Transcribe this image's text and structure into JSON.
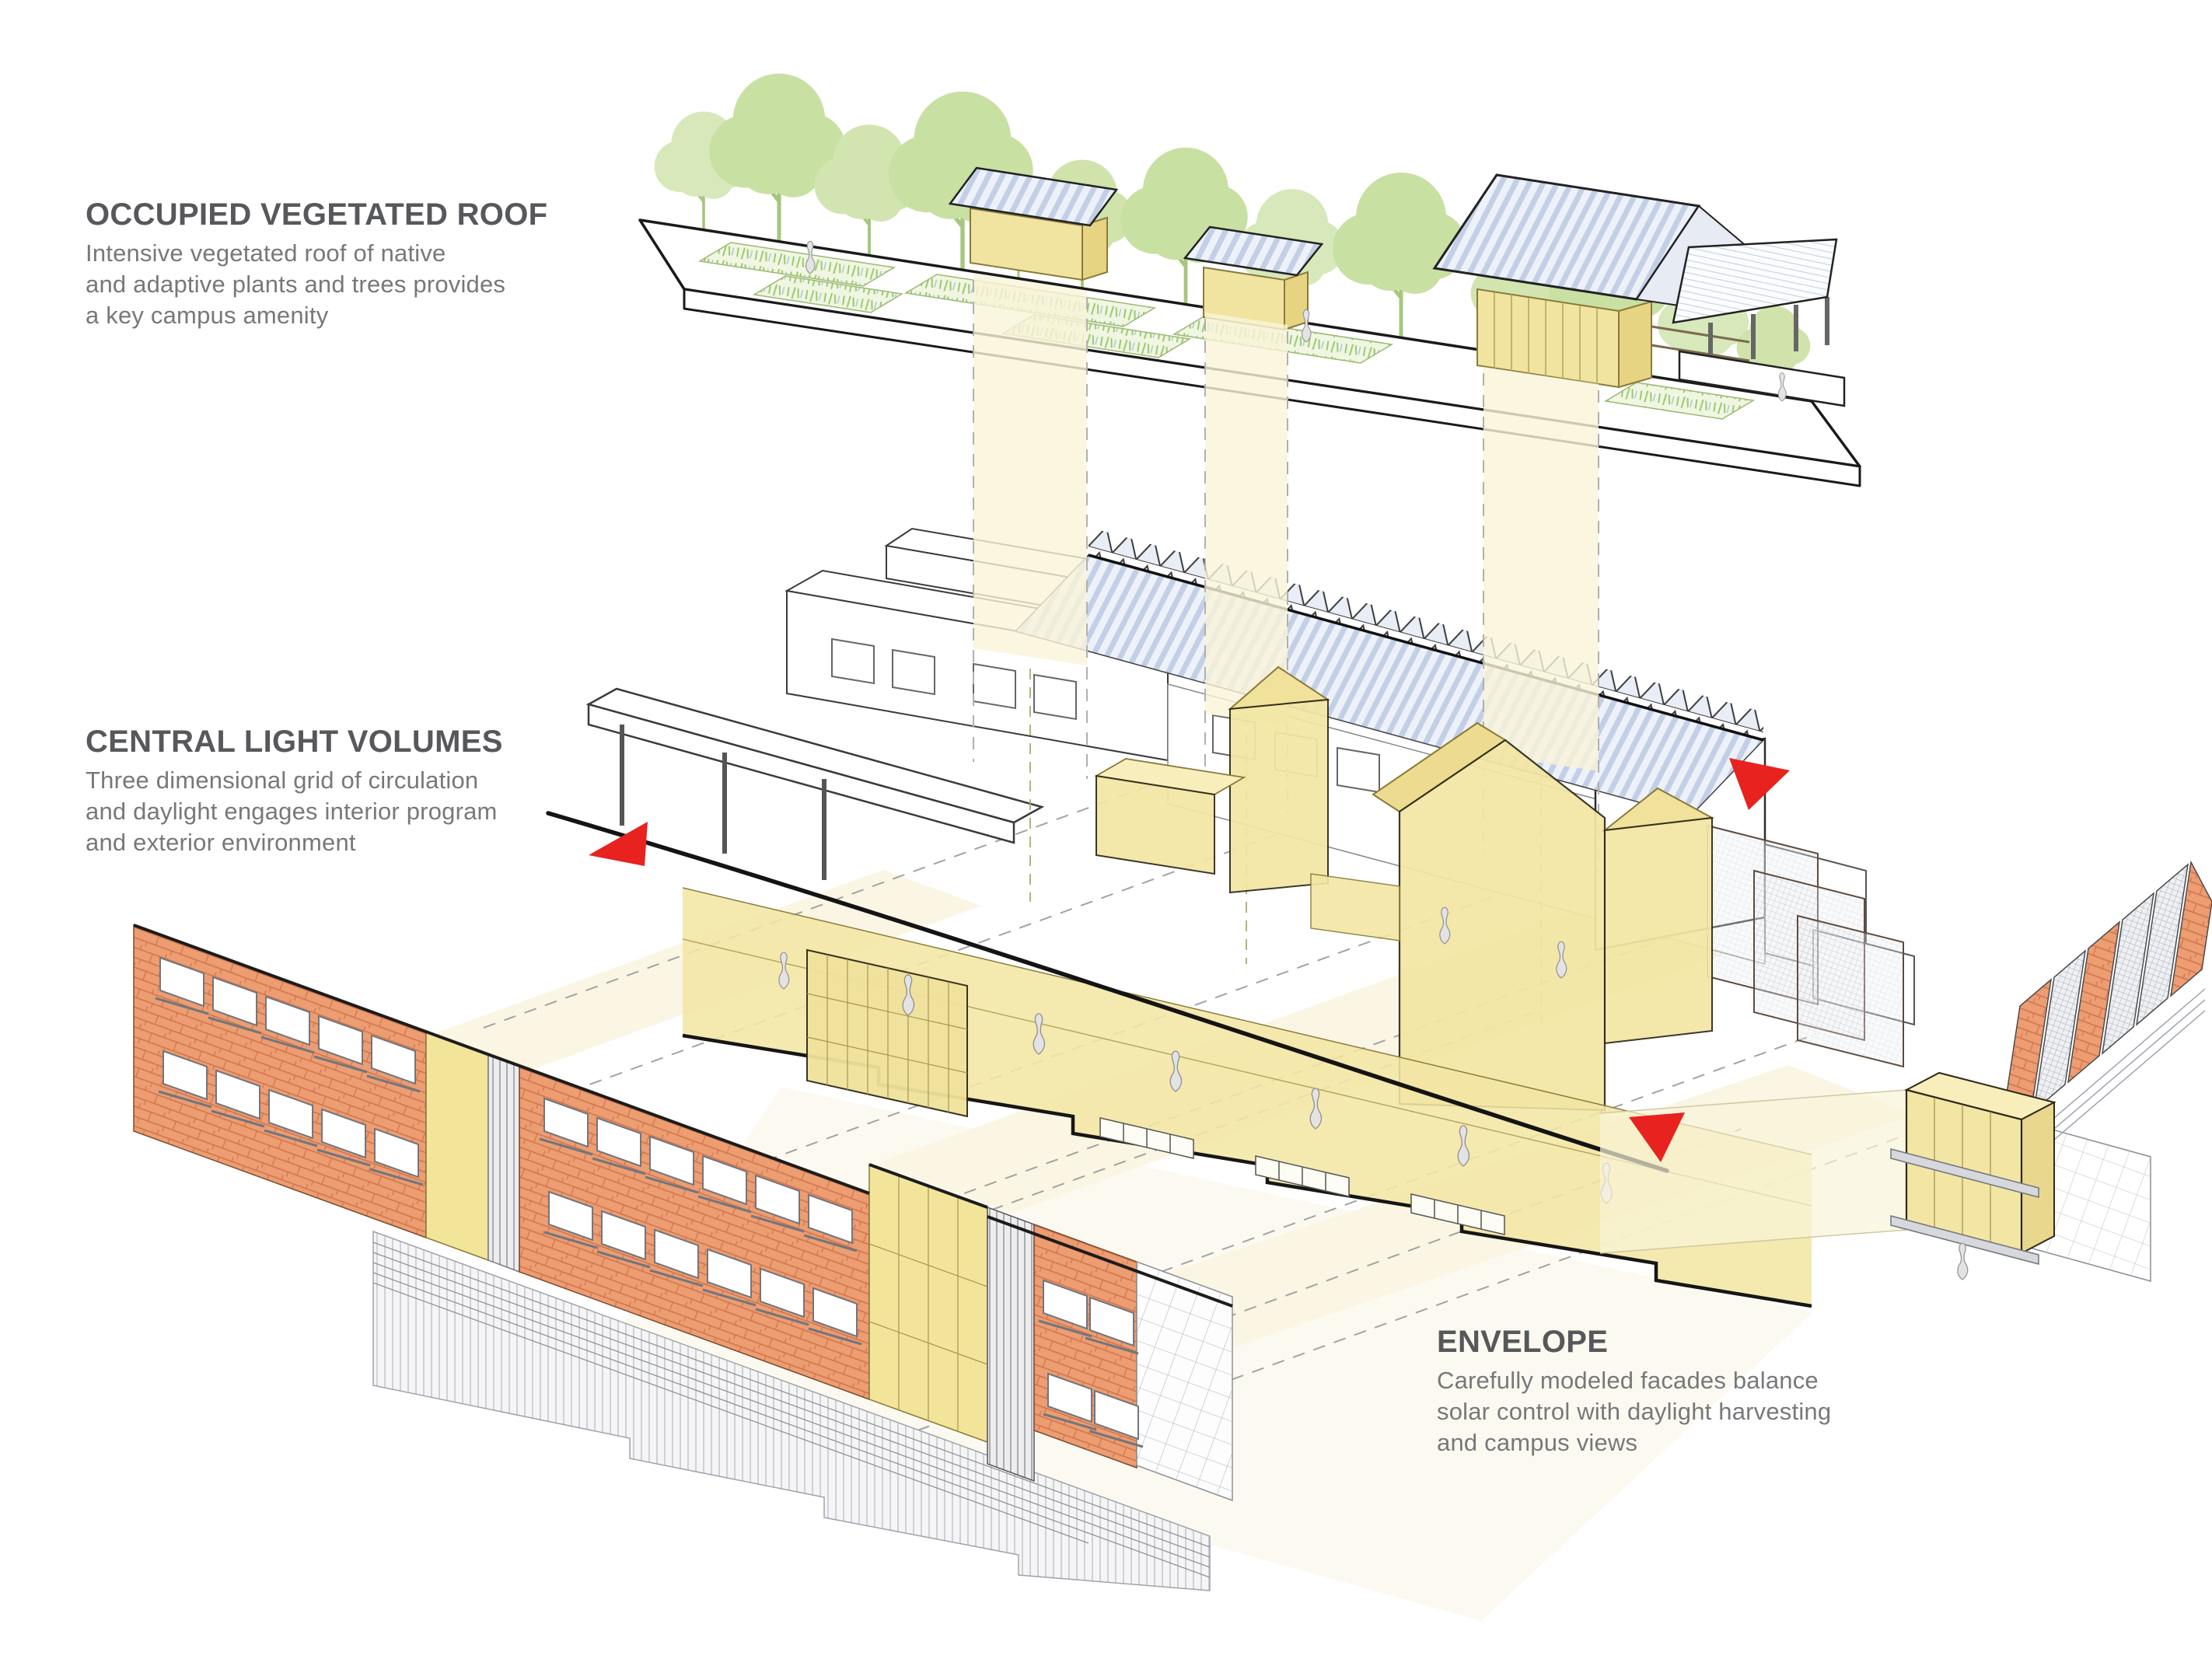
{
  "callouts": {
    "roof": {
      "title": "OCCUPIED VEGETATED ROOF",
      "lines": [
        "Intensive vegetated roof of native",
        "and adaptive plants and trees provides",
        "a key campus amenity"
      ]
    },
    "light": {
      "title": "CENTRAL LIGHT VOLUMES",
      "lines": [
        "Three dimensional grid of circulation",
        "and daylight engages interior program",
        "and exterior environment"
      ]
    },
    "envelope": {
      "title": "ENVELOPE",
      "lines": [
        "Carefully modeled facades balance",
        "solar control with daylight harvesting",
        "and campus views"
      ]
    }
  },
  "diagram": {
    "type": "exploded-axonometric-architecture-diagram",
    "layers": [
      "occupied vegetated roof",
      "central light volumes",
      "envelope"
    ],
    "marker_count": 3
  },
  "colors": {
    "title_gray": "#57585b",
    "body_gray": "#77787b",
    "accent_red": "#e8221e",
    "light_volume_yellow": "#f3e6a4",
    "light_beam_yellow": "#f8f3d8",
    "vegetation_green": "#c9e0a3",
    "brick_orange": "#ec9d72",
    "solar_panel_blue": "#c3cfe7",
    "outline_black": "#1a1a1a"
  }
}
